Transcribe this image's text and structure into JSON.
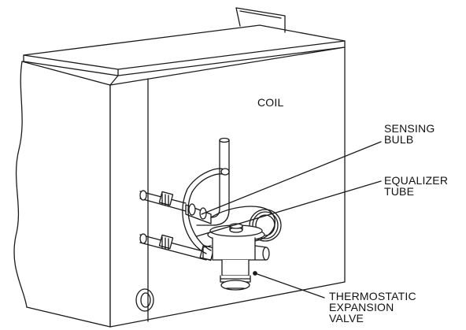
{
  "labels": {
    "coil": "COIL",
    "sensing_bulb": [
      "SENSING",
      "BULB"
    ],
    "equalizer_tube": [
      "EQUALIZER",
      "TUBE"
    ],
    "thermostatic_expansion_valve": [
      "THERMOSTATIC",
      "EXPANSION",
      "VALVE"
    ]
  },
  "colors": {
    "line": "#1a1a1a",
    "background": "#ffffff"
  }
}
